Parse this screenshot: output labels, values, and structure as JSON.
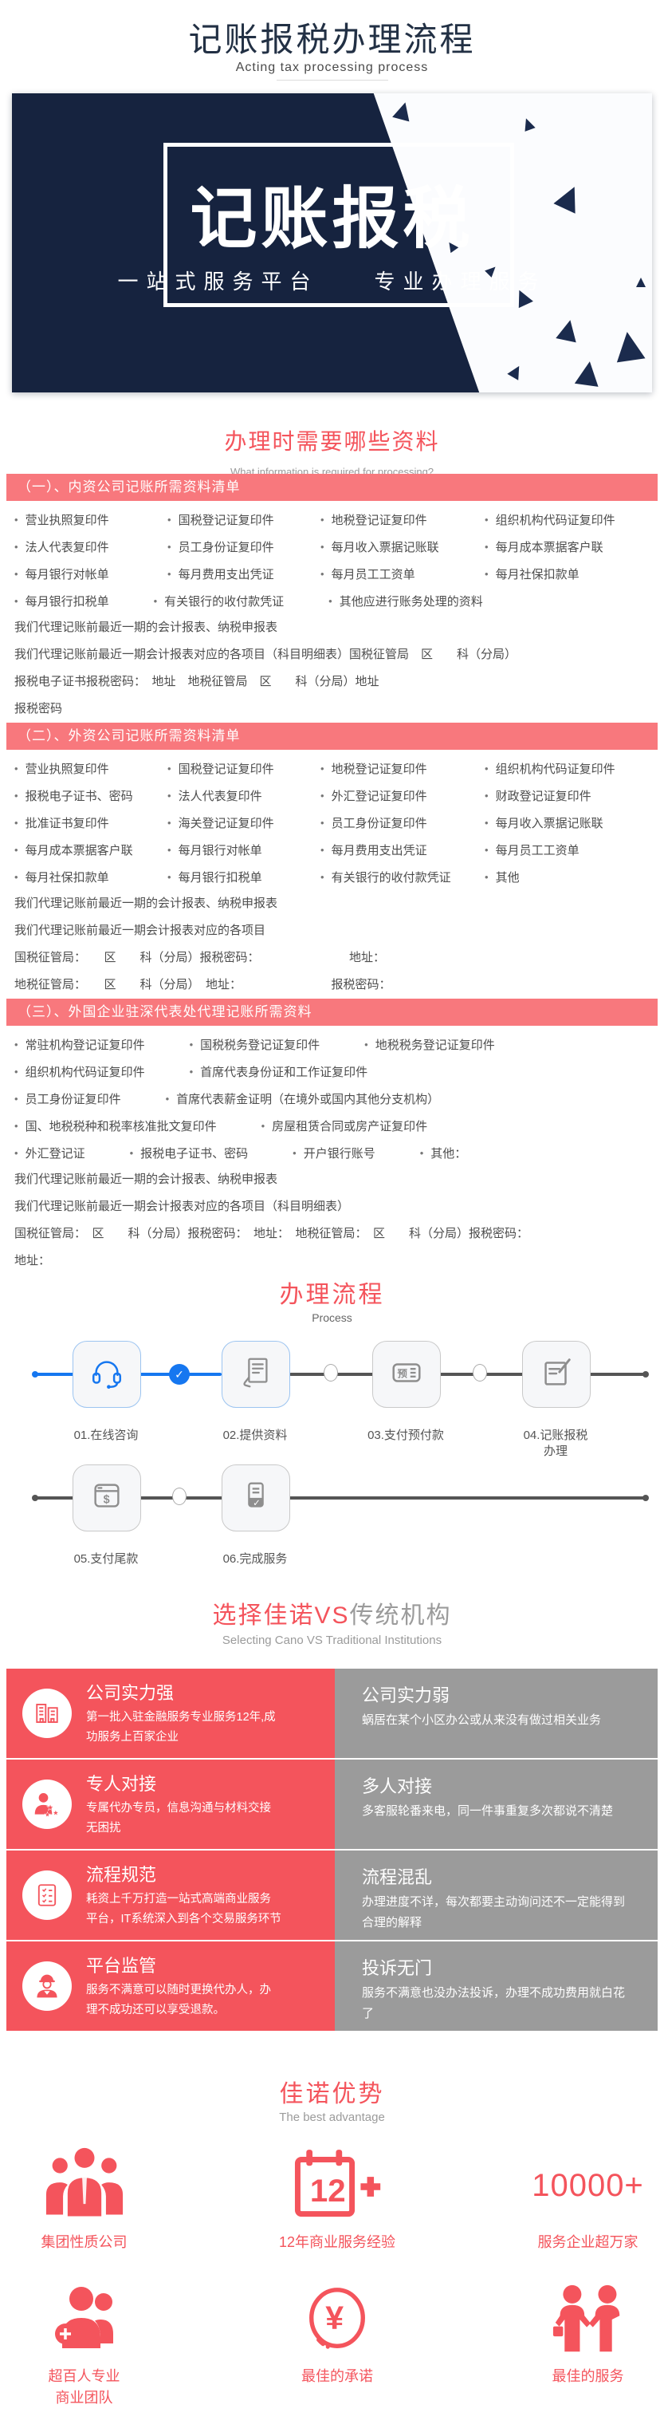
{
  "colors": {
    "accent_red": "#f4545c",
    "bar_pink": "#f8787d",
    "navy": "#16233f",
    "blue": "#1677f0",
    "panel_gray": "#9b9b9b"
  },
  "page": {
    "title": "记账报税办理流程",
    "subtitle": "Acting tax processing process"
  },
  "banner": {
    "main_text": "记账报税",
    "tagline_left": "一站式服务平台",
    "tagline_right": "专业办理服务"
  },
  "needs": {
    "title": "办理时需要哪些资料",
    "subtitle": "What information is required for processing?",
    "sections": [
      {
        "header": "（一）、内资公司记账所需资料清单",
        "bullet_rows": [
          [
            "营业执照复印件",
            "国税登记证复印件",
            "地税登记证复印件",
            "组织机构代码证复印件"
          ],
          [
            "法人代表复印件",
            "员工身份证复印件",
            "每月收入票据记账联",
            "每月成本票据客户联"
          ],
          [
            "每月银行对帐单",
            "每月费用支出凭证",
            "每月员工工资单",
            "每月社保扣款单"
          ],
          [
            "每月银行扣税单",
            "有关银行的收付款凭证",
            "其他应进行账务处理的资料"
          ]
        ],
        "paragraphs": [
          "我们代理记账前最近一期的会计报表、纳税申报表",
          "我们代理记账前最近一期会计报表对应的各项目（科目明细表）国税征管局　区　　科（分局）",
          "报税电子证书报税密码：　地址　地税征管局　区　　科（分局）地址",
          "报税密码"
        ]
      },
      {
        "header": "（二）、外资公司记账所需资料清单",
        "bullet_rows": [
          [
            "营业执照复印件",
            "国税登记证复印件",
            "地税登记证复印件",
            "组织机构代码证复印件"
          ],
          [
            "报税电子证书、密码",
            "法人代表复印件",
            "外汇登记证复印件",
            "财政登记证复印件"
          ],
          [
            "批准证书复印件",
            "海关登记证复印件",
            "员工身份证复印件",
            "每月收入票据记账联"
          ],
          [
            "每月成本票据客户联",
            "每月银行对帐单",
            "每月费用支出凭证",
            "每月员工工资单"
          ],
          [
            "每月社保扣款单",
            "每月银行扣税单",
            "有关银行的收付款凭证",
            "其他"
          ]
        ],
        "paragraphs": [
          "我们代理记账前最近一期的会计报表、纳税申报表",
          "我们代理记账前最近一期会计报表对应的各项目",
          "国税征管局：　　区　　科（分局）报税密码：　　　　　　　　地址：",
          "地税征管局：　　区　　科（分局）　地址：　　　　　　　　报税密码："
        ]
      },
      {
        "header": "（三）、外国企业驻深代表处代理记账所需资料",
        "bullet_rows": [
          [
            "常驻机构登记证复印件",
            "国税税务登记证复印件",
            "地税税务登记证复印件"
          ],
          [
            "组织机构代码证复印件",
            "首席代表身份证和工作证复印件"
          ],
          [
            "员工身份证复印件",
            "首席代表薪金证明（在境外或国内其他分支机构）"
          ],
          [
            "国、地税税种和税率核准批文复印件",
            "房屋租赁合同或房产证复印件"
          ],
          [
            "外汇登记证",
            "报税电子证书、密码",
            "开户银行账号",
            "其他："
          ]
        ],
        "paragraphs": [
          "我们代理记账前最近一期的会计报表、纳税申报表",
          "我们代理记账前最近一期会计报表对应的各项目（科目明细表）",
          "国税征管局：　区　　科（分局）报税密码：　地址：　地税征管局：　区　　科（分局）报税密码：",
          "地址："
        ]
      }
    ]
  },
  "process": {
    "title": "办理流程",
    "subtitle": "Process",
    "steps": [
      {
        "label": "01.在线咨询",
        "icon": "headset-icon",
        "active": true
      },
      {
        "label": "02.提供资料",
        "icon": "document-hand-icon",
        "active": true
      },
      {
        "label": "03.支付预付款",
        "icon": "prepay-icon",
        "active": false
      },
      {
        "label": "04.记账报税\n办理",
        "icon": "document-edit-icon",
        "active": false
      },
      {
        "label": "05.支付尾款",
        "icon": "cash-icon",
        "active": false
      },
      {
        "label": "06.完成服务",
        "icon": "receipt-check-icon",
        "active": false
      }
    ]
  },
  "versus": {
    "title_highlight": "选择佳诺VS",
    "title_rest": "传统机构",
    "subtitle": "Selecting Cano VS Traditional Institutions",
    "rows": [
      {
        "left": {
          "icon": "building-icon",
          "title": "公司实力强",
          "desc": "第一批入驻金融服务专业服务12年,成功服务上百家企业"
        },
        "right": {
          "title": "公司实力弱",
          "desc": "蜗居在某个小区办公或从来没有做过相关业务"
        }
      },
      {
        "left": {
          "icon": "person-stars-icon",
          "title": "专人对接",
          "desc": "专属代办专员，信息沟通与材料交接无困扰"
        },
        "right": {
          "title": "多人对接",
          "desc": "多客服轮番来电，同一件事重复多次都说不清楚"
        }
      },
      {
        "left": {
          "icon": "checklist-icon",
          "title": "流程规范",
          "desc": "耗资上千万打造一站式高端商业服务平台，IT系统深入到各个交易服务环节"
        },
        "right": {
          "title": "流程混乱",
          "desc": "办理进度不详，每次都要主动询问还不一定能得到合理的解释"
        }
      },
      {
        "left": {
          "icon": "supervisor-icon",
          "title": "平台监管",
          "desc": "服务不满意可以随时更换代办人，办理不成功还可以享受退款。"
        },
        "right": {
          "title": "投诉无门",
          "desc": "服务不满意也没办法投诉，办理不成功费用就白花了"
        }
      }
    ]
  },
  "advantages": {
    "title": "佳诺优势",
    "subtitle": "The best advantage",
    "items": [
      {
        "icon": "team-icon",
        "label": "集团性质公司"
      },
      {
        "icon": "calendar-12-icon",
        "label": "12年商业服务经验"
      },
      {
        "icon": "number-badge",
        "number": "10000+",
        "label": "服务企业超万家"
      },
      {
        "icon": "people-plus-icon",
        "label": "超百人专业\n商业团队"
      },
      {
        "icon": "yen-circle-icon",
        "label": "最佳的承诺"
      },
      {
        "icon": "handshake-icon",
        "label": "最佳的服务"
      }
    ]
  }
}
